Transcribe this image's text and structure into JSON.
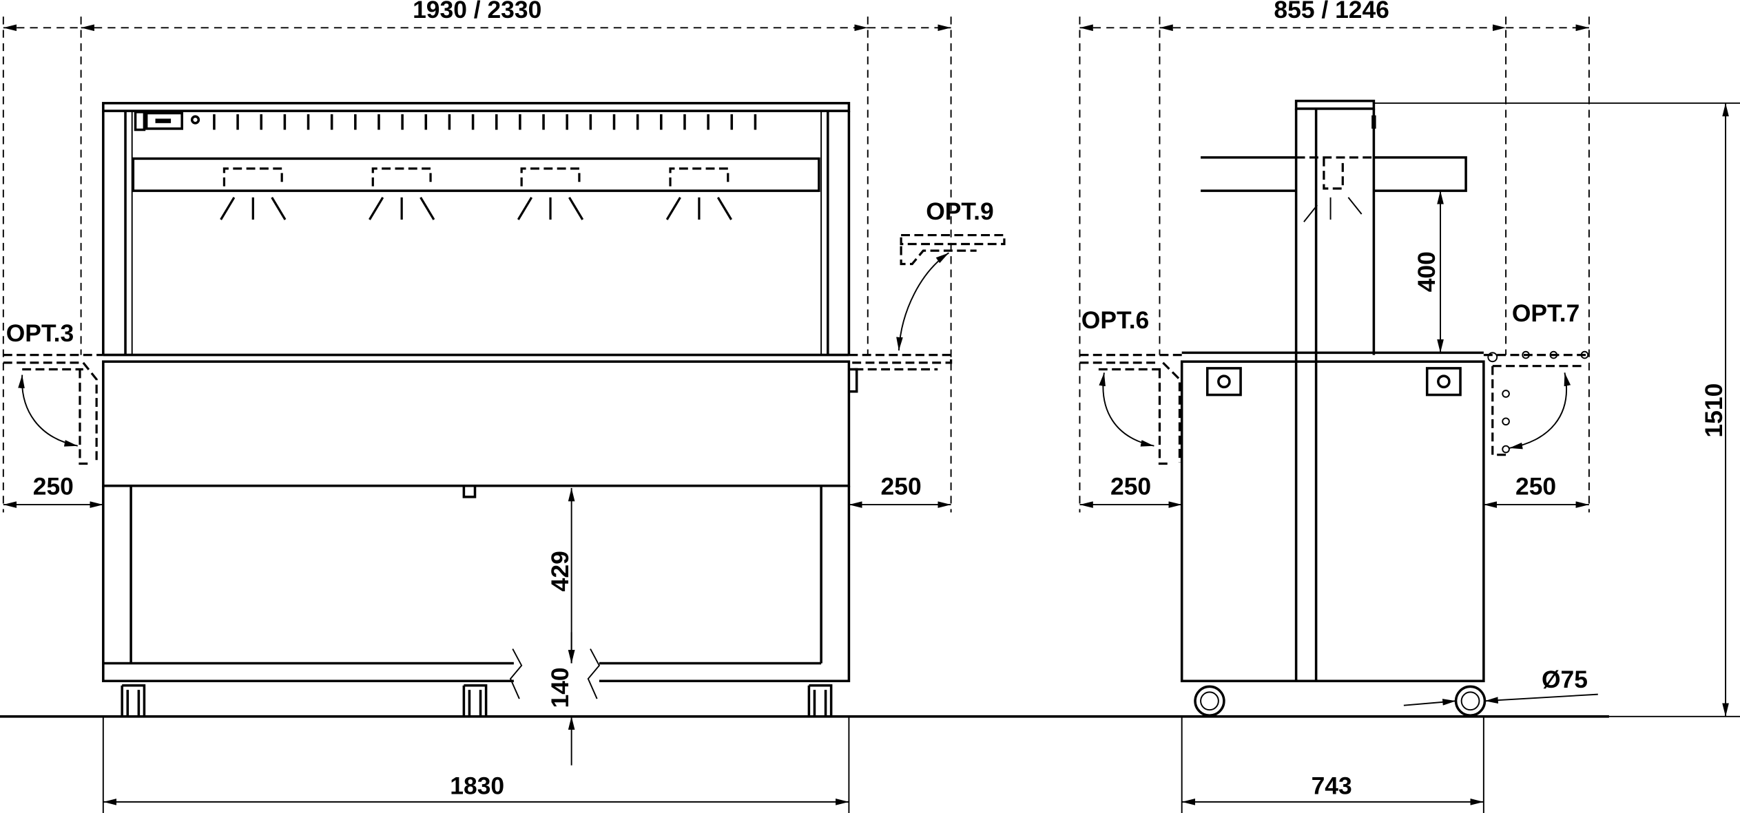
{
  "drawing": {
    "front_view": {
      "overall_width": "1930 / 2330",
      "base_width": "1830",
      "shelf_left": "250",
      "shelf_right": "250",
      "under_clearance": "429",
      "foot_height": "140",
      "option_left": "OPT.3",
      "option_right": "OPT.9"
    },
    "side_view": {
      "overall_depth": "855 / 1246",
      "base_depth": "743",
      "shelf_left": "250",
      "shelf_right": "250",
      "light_height": "400",
      "total_height": "1510",
      "wheel_diameter": "Ø75",
      "option_left": "OPT.6",
      "option_right": "OPT.7"
    }
  }
}
